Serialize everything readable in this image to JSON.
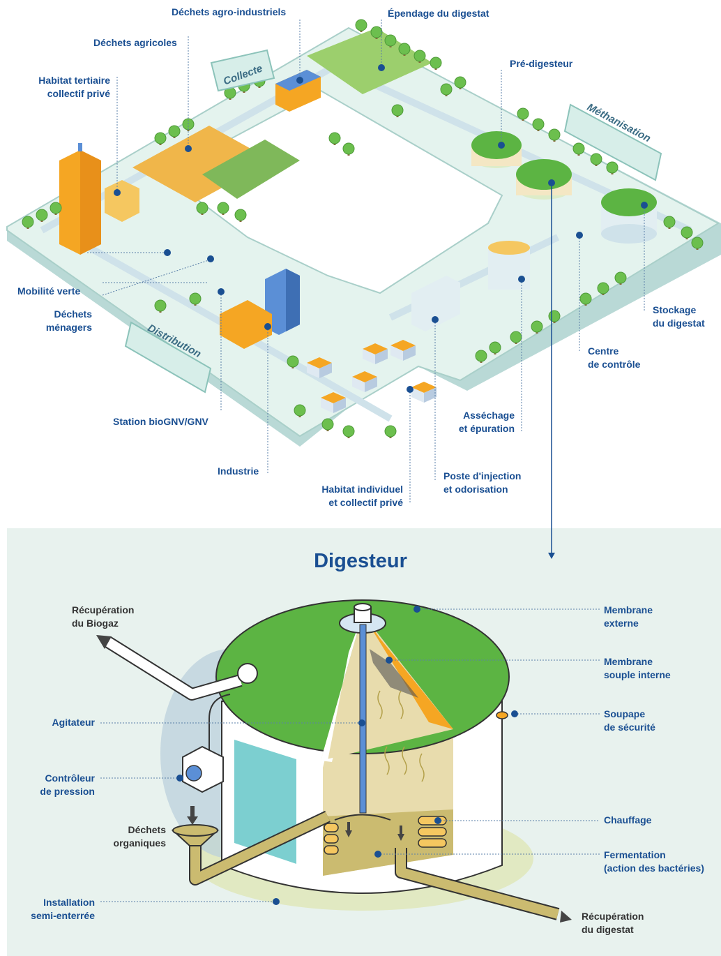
{
  "colors": {
    "label_blue": "#1a4f92",
    "platform": "#e4f3ee",
    "platform_side": "#b9d9d6",
    "tree_green": "#6cbf4e",
    "membrane_green": "#5cb443",
    "orange": "#f5a623",
    "panel_bg": "#e8f2ee"
  },
  "zones": {
    "collecte": "Collecte",
    "methanisation": "Méthanisation",
    "distribution": "Distribution"
  },
  "top_labels": {
    "dechets_agro": "Déchets agro-industriels",
    "epandage": "Épendage du digestat",
    "dechets_agricoles": "Déchets agricoles",
    "habitat_tertiaire_l1": "Habitat tertiaire",
    "habitat_tertiaire_l2": "collectif privé",
    "pre_digesteur": "Pré-digesteur",
    "mobilite": "Mobilité verte",
    "menagers_l1": "Déchets",
    "menagers_l2": "ménagers",
    "stockage_l1": "Stockage",
    "stockage_l2": "du digestat",
    "centre_l1": "Centre",
    "centre_l2": "de contrôle",
    "station": "Station bioGNV/GNV",
    "assechage_l1": "Asséchage",
    "assechage_l2": "et épuration",
    "industrie": "Industrie",
    "poste_l1": "Poste d'injection",
    "poste_l2": "et odorisation",
    "habitat_ind_l1": "Habitat individuel",
    "habitat_ind_l2": "et collectif privé"
  },
  "digester": {
    "title": "Digesteur",
    "recup_biogaz_l1": "Récupération",
    "recup_biogaz_l2": "du Biogaz",
    "membrane_ext_l1": "Membrane",
    "membrane_ext_l2": "externe",
    "membrane_int_l1": "Membrane",
    "membrane_int_l2": "souple interne",
    "agitateur": "Agitateur",
    "soupape_l1": "Soupape",
    "soupape_l2": "de sécurité",
    "controleur_l1": "Contrôleur",
    "controleur_l2": "de pression",
    "chauffage": "Chauffage",
    "dechets_org_l1": "Déchets",
    "dechets_org_l2": "organiques",
    "fermentation_l1": "Fermentation",
    "fermentation_l2": "(action des bactéries)",
    "installation_l1": "Installation",
    "installation_l2": "semi-enterrée",
    "recup_digestat_l1": "Récupération",
    "recup_digestat_l2": "du digestat"
  }
}
